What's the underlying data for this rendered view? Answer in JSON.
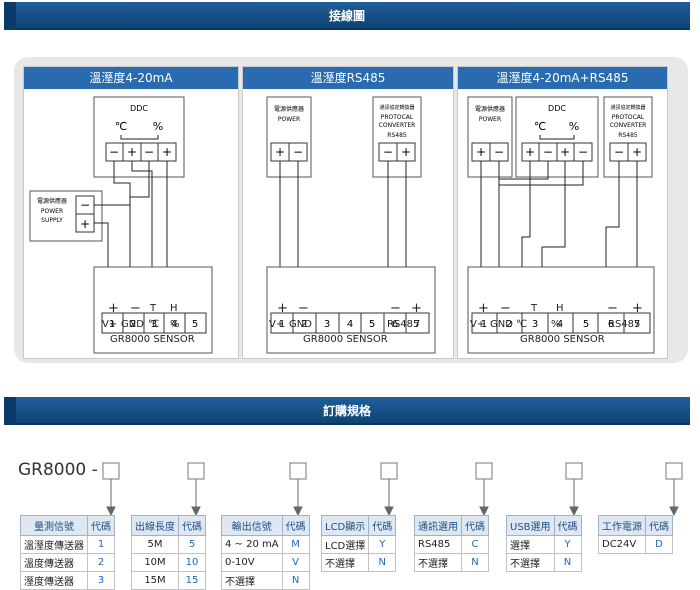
{
  "section1_title": "接線圖",
  "section2_title": "訂購規格",
  "diagram1": {
    "title": "溫溼度4-20mA",
    "ddc": "DDC",
    "deg": "℃",
    "pct": "%",
    "power_supply": [
      "電源供應器",
      "POWER",
      "SUPPLY"
    ],
    "terminals": [
      "1",
      "2",
      "3",
      "4",
      "5"
    ],
    "labels": [
      "+",
      "−",
      "T",
      "H"
    ],
    "labels2": [
      "V+",
      "GND",
      "℃",
      "%"
    ],
    "sensor": "GR8000  SENSOR"
  },
  "diagram2": {
    "title": "溫溼度RS485",
    "power": [
      "電源供應器",
      "POWER"
    ],
    "converter": [
      "通訊協定轉換器",
      "PROTOCAL",
      "CONVERTER",
      "RS485"
    ],
    "terminals": [
      "1",
      "2",
      "3",
      "4",
      "5",
      "6",
      "7"
    ],
    "labels": [
      "+",
      "−",
      "−",
      "+"
    ],
    "labels2": [
      "V+",
      "GND",
      "RS485"
    ],
    "sensor": "GR8000  SENSOR"
  },
  "diagram3": {
    "title": "溫溼度4-20mA+RS485",
    "power": [
      "電源供應器",
      "POWER"
    ],
    "ddc": "DDC",
    "deg": "℃",
    "pct": "%",
    "converter": [
      "通訊協定轉換器",
      "PROTOCAL",
      "CONVERTER",
      "RS485"
    ],
    "terminals": [
      "1",
      "2",
      "3",
      "4",
      "5",
      "6",
      "7"
    ],
    "labels": [
      "+",
      "−",
      "T",
      "H",
      "−",
      "+"
    ],
    "labels2": [
      "V+",
      "GND",
      "℃",
      "%",
      "RS485"
    ],
    "sensor": "GR8000  SENSOR"
  },
  "order": {
    "model": "GR8000 -",
    "tables": [
      {
        "headers": [
          "量測信號",
          "代碼"
        ],
        "rows": [
          [
            "溫溼度傳送器",
            "1"
          ],
          [
            "溫度傳送器",
            "2"
          ],
          [
            "溼度傳送器",
            "3"
          ]
        ]
      },
      {
        "headers": [
          "出線長度",
          "代碼"
        ],
        "rows": [
          [
            "5M",
            "5"
          ],
          [
            "10M",
            "10"
          ],
          [
            "15M",
            "15"
          ]
        ]
      },
      {
        "headers": [
          "輸出信號",
          "代碼"
        ],
        "rows": [
          [
            "4 ~ 20 mA",
            "M"
          ],
          [
            "0-10V",
            "V"
          ],
          [
            "不選擇",
            "N"
          ]
        ]
      },
      {
        "headers": [
          "LCD顯示",
          "代碼"
        ],
        "rows": [
          [
            "LCD選擇",
            "Y"
          ],
          [
            "不選擇",
            "N"
          ]
        ]
      },
      {
        "headers": [
          "通訊選用",
          "代碼"
        ],
        "rows": [
          [
            "RS485",
            "C"
          ],
          [
            "不選擇",
            "N"
          ]
        ]
      },
      {
        "headers": [
          "USB選用",
          "代碼"
        ],
        "rows": [
          [
            "選擇",
            "Y"
          ],
          [
            "不選擇",
            "N"
          ]
        ]
      },
      {
        "headers": [
          "工作電源",
          "代碼"
        ],
        "rows": [
          [
            "DC24V",
            "D"
          ]
        ]
      }
    ]
  }
}
